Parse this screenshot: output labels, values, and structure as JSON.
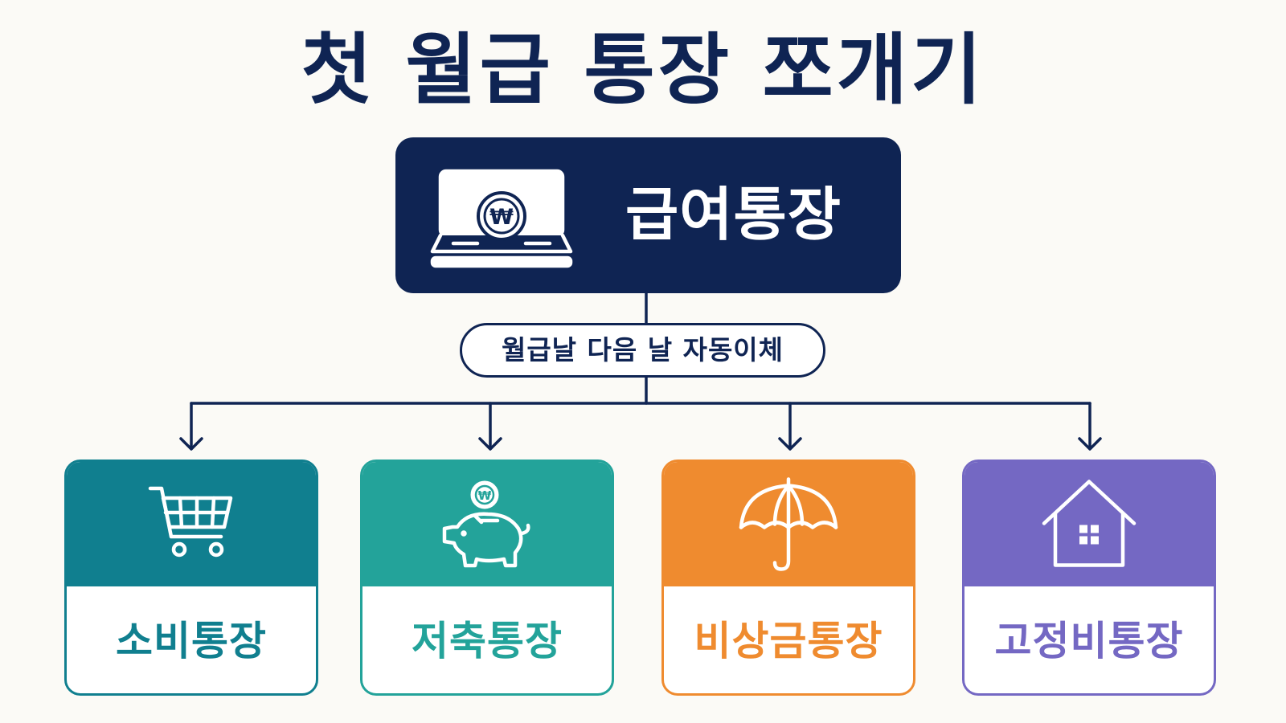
{
  "title": "첫 월급 통장 쪼개기",
  "source_account": {
    "label": "급여통장",
    "icon": "money-tray-won-icon",
    "color": "#0f2453"
  },
  "transfer_rule": "월급날 다음 날 자동이체",
  "accounts": [
    {
      "label": "소비통장",
      "icon": "shopping-cart-icon",
      "color": "#107f8f"
    },
    {
      "label": "저축통장",
      "icon": "piggy-bank-icon",
      "color": "#23a39a"
    },
    {
      "label": "비상금통장",
      "icon": "umbrella-icon",
      "color": "#ef8b2f"
    },
    {
      "label": "고정비통장",
      "icon": "house-icon",
      "color": "#7468c3"
    }
  ]
}
